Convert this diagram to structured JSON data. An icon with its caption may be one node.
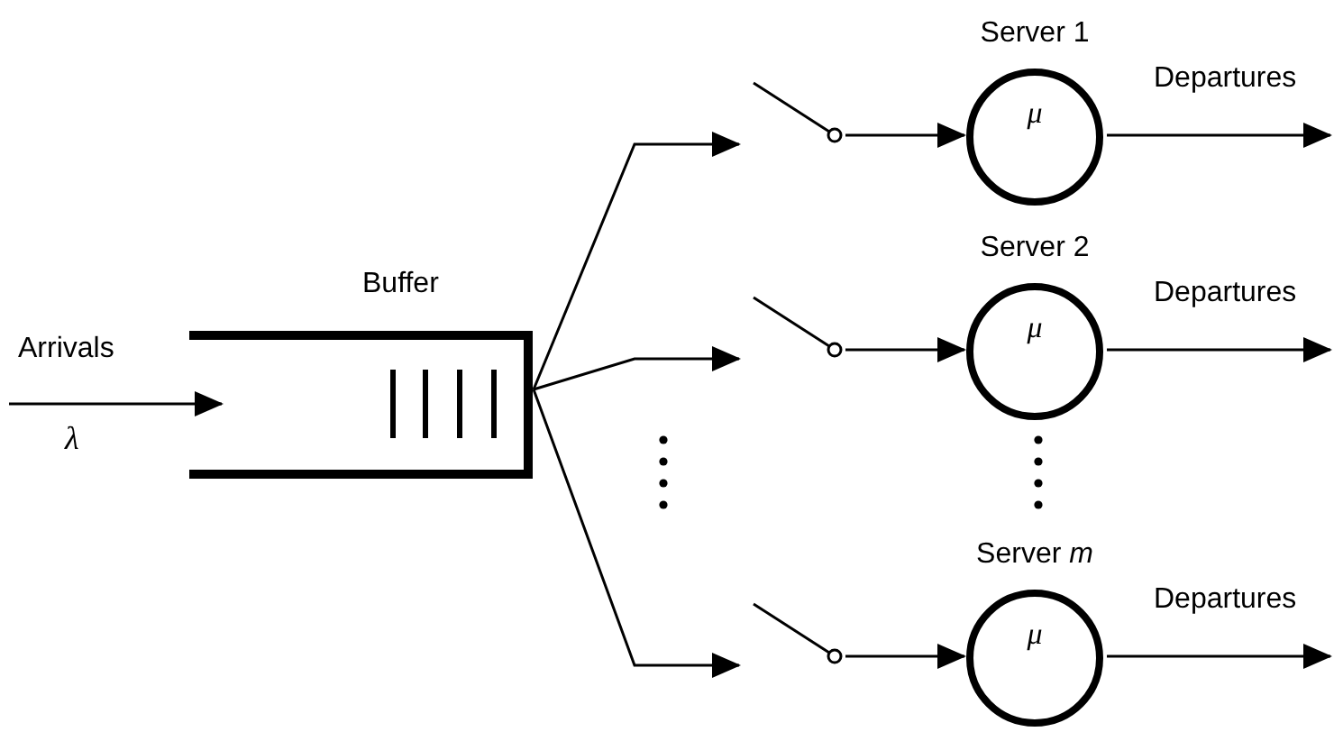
{
  "diagram": {
    "nodes": [
      {
        "text": [
          "Buffer"
        ]
      },
      {
        "text": [],
        "shape": "switch"
      },
      {
        "text": [],
        "shape": "switch"
      },
      {
        "text": [],
        "shape": "switch"
      },
      {
        "text": [
          "Server 1",
          "μ"
        ]
      },
      {
        "text": [
          "Server 2",
          "μ"
        ]
      },
      {
        "text": [
          "Server *m*",
          "μ"
        ]
      }
    ],
    "edges": [
      {
        "from": null,
        "to": 0,
        "arrow": "to",
        "label": "Arrivals"
      },
      {
        "from": 0,
        "to": 1,
        "arrow": "to"
      },
      {
        "from": 0,
        "to": 2,
        "arrow": "to"
      },
      {
        "from": 0,
        "to": 3,
        "arrow": "to"
      },
      {
        "from": 1,
        "to": 4,
        "arrow": "to"
      },
      {
        "from": 2,
        "to": 5,
        "arrow": "to"
      },
      {
        "from": 3,
        "to": 6,
        "arrow": "to"
      },
      {
        "from": 4,
        "to": null,
        "arrow": "to",
        "label": "Departures"
      },
      {
        "from": 5,
        "to": null,
        "arrow": "to",
        "label": "Departures"
      },
      {
        "from": 6,
        "to": null,
        "arrow": "to",
        "label": "Departures"
      }
    ],
    "labels": [
      "λ"
    ]
  }
}
